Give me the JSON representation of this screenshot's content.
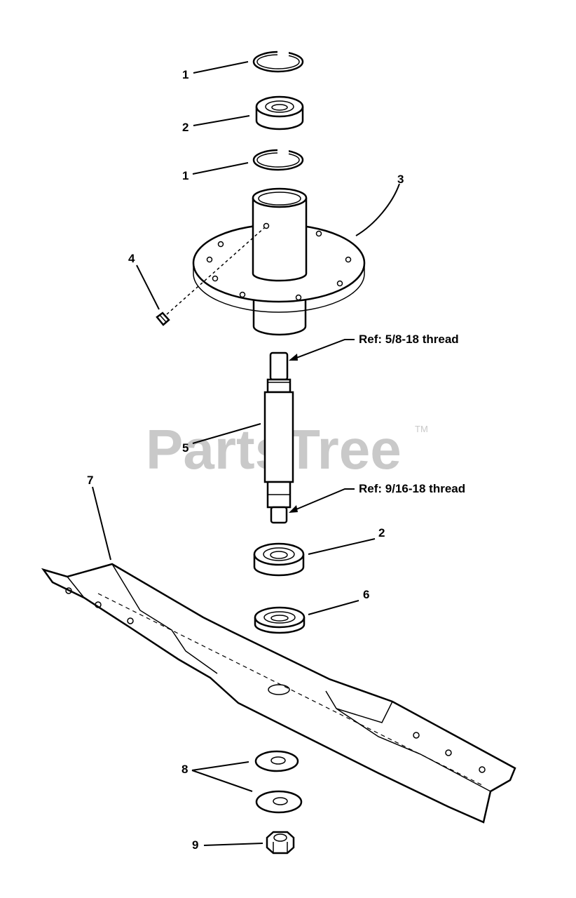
{
  "watermark": {
    "text": "PartsTree",
    "trademark": "TM"
  },
  "callouts": [
    {
      "id": "c1a",
      "label": "1"
    },
    {
      "id": "c2a",
      "label": "2"
    },
    {
      "id": "c1b",
      "label": "1"
    },
    {
      "id": "c3",
      "label": "3"
    },
    {
      "id": "c4",
      "label": "4"
    },
    {
      "id": "c5",
      "label": "5"
    },
    {
      "id": "c7",
      "label": "7"
    },
    {
      "id": "c2b",
      "label": "2"
    },
    {
      "id": "c6",
      "label": "6"
    },
    {
      "id": "c8",
      "label": "8"
    },
    {
      "id": "c9",
      "label": "9"
    }
  ],
  "notes": {
    "upper_thread": "Ref: 5/8-18 thread",
    "lower_thread": "Ref: 9/16-18 thread"
  },
  "colors": {
    "line": "#000000",
    "watermark": "#c9c9c9",
    "background": "#ffffff"
  }
}
